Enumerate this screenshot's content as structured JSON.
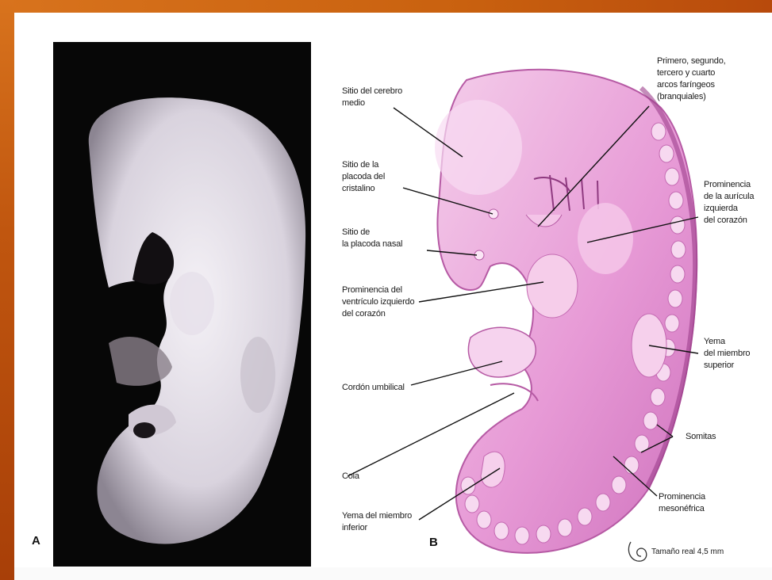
{
  "panels": {
    "a_letter": "A",
    "b_letter": "B"
  },
  "labels": {
    "midbrain": "Sitio del cerebro\nmedio",
    "lens": "Sitio de la\nplacoda del\ncristalino",
    "nasal": "Sitio de\nla placoda nasal",
    "ventricle": "Prominencia del\nventrículo izquierdo\ndel corazón",
    "cord": "Cordón umbilical",
    "tail": "Cola",
    "lower_limb": "Yema del miembro\ninferior",
    "arches": "Primero, segundo,\ntercero y cuarto\narcos faríngeos\n(branquiales)",
    "atrium": "Prominencia\nde la aurícula\nizquierda\ndel corazón",
    "upper_limb": "Yema\ndel miembro\nsuperior",
    "somites": "Somitas",
    "mesonephric": "Prominencia\nmesonéfrica"
  },
  "scale_note": "Tamaño real 4,5 mm",
  "colors": {
    "frame": "#b84a0c",
    "embryo_pink": "#e79ad6",
    "embryo_light": "#f6d6ef",
    "embryo_dark": "#c767b3"
  }
}
